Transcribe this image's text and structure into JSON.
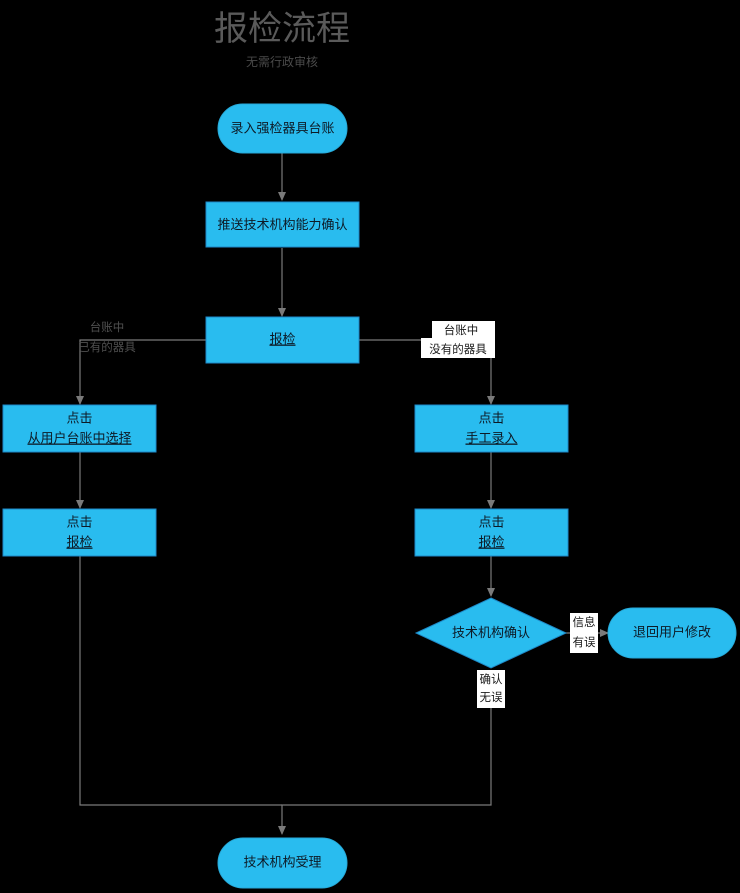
{
  "diagram": {
    "title": "报检流程",
    "subtitle": "无需行政审核",
    "colors": {
      "background": "#000000",
      "node_fill": "#29BCEF",
      "node_stroke": "#1E88C7",
      "edge_stroke": "#7A7A7A",
      "node_text": "#0d1a26",
      "title_text": "#5a5a5a",
      "label_background": "#ffffff"
    },
    "nodes": [
      {
        "id": "n1",
        "shape": "stadium",
        "label": "录入强检器具台账",
        "underline": ""
      },
      {
        "id": "n2",
        "shape": "rect",
        "label": "推送技术机构能力确认",
        "underline": "推送"
      },
      {
        "id": "n3",
        "shape": "rect",
        "label": "报检",
        "underline": "报检"
      },
      {
        "id": "n4",
        "shape": "rect",
        "label_line1": "点击",
        "label_line2": "从用户台账中选择",
        "underline": "从用户台账中选择"
      },
      {
        "id": "n5",
        "shape": "rect",
        "label_line1": "点击",
        "label_line2": "手工录入",
        "underline": "手工录入"
      },
      {
        "id": "n6",
        "shape": "rect",
        "label_line1": "点击",
        "label_line2": "报检",
        "underline": "报检"
      },
      {
        "id": "n7",
        "shape": "rect",
        "label_line1": "点击",
        "label_line2": "报检",
        "underline": "报检"
      },
      {
        "id": "n8",
        "shape": "diamond",
        "label": "技术机构确认",
        "underline": "确认"
      },
      {
        "id": "n9",
        "shape": "stadium",
        "label": "退回用户修改",
        "underline": ""
      },
      {
        "id": "n10",
        "shape": "stadium",
        "label": "技术机构受理",
        "underline": ""
      }
    ],
    "edge_labels": [
      {
        "id": "e-left",
        "line1": "台账中",
        "line2": "已有的器具",
        "style": "dim"
      },
      {
        "id": "e-right",
        "line1": "台账中",
        "line2": "没有的器具",
        "style": "dark"
      },
      {
        "id": "e-error",
        "line1": "信息",
        "line2": "有误",
        "style": "dark"
      },
      {
        "id": "e-ok",
        "line1": "确认",
        "line2": "无误",
        "style": "dark"
      }
    ]
  }
}
